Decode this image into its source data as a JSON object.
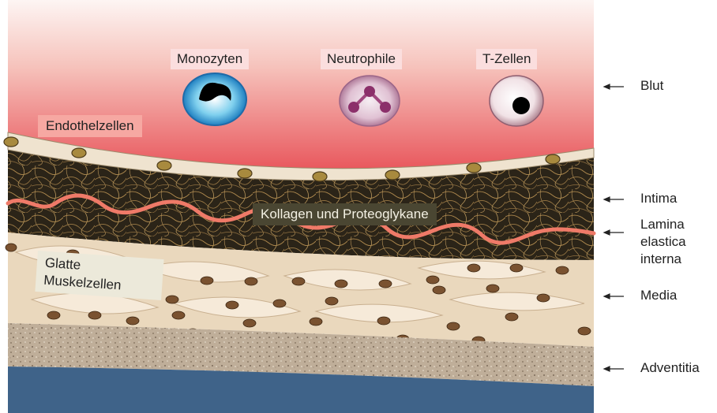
{
  "diagram": {
    "cell_types": [
      {
        "label": "Monozyten",
        "icon": "monocyte-icon"
      },
      {
        "label": "Neutrophile",
        "icon": "neutrophil-icon"
      },
      {
        "label": "T-Zellen",
        "icon": "t-cell-icon"
      }
    ],
    "endothel_label": "Endothelzellen",
    "collagen_label": "Kollagen und Proteoglykane",
    "muscle_label": "Glatte Muskelzellen",
    "layers": [
      {
        "label": "Blut"
      },
      {
        "label": "Intima"
      },
      {
        "label": "Lamina elastica interna"
      },
      {
        "label": "Media"
      },
      {
        "label": "Adventitia"
      }
    ],
    "colors": {
      "blood_top": "#fdf4f2",
      "blood_bottom": "#e8474d",
      "intima": "#2a2519",
      "fibers": "#b08a4e",
      "lamina": "#ef7a68",
      "media": "#ecdcc4",
      "adventitia": "#bdaa96",
      "lumen_outer": "#3f6389"
    }
  }
}
